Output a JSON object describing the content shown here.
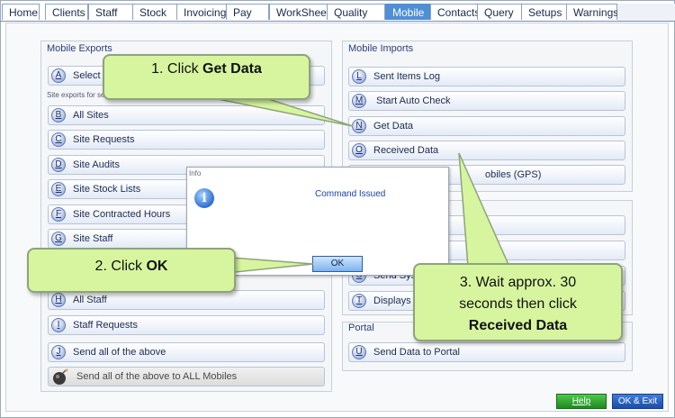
{
  "tabs": [
    "Home",
    "Clients",
    "Staff",
    "Stock",
    "Invoicing",
    "Pay",
    "WorkSheet",
    "Quality Ctrl",
    "Mobile",
    "Contacts",
    "Query",
    "Setups",
    "Warnings"
  ],
  "active_tab": "Mobile",
  "mobile_exports": {
    "title": "Mobile Exports",
    "select": {
      "key": "A",
      "label": "Select"
    },
    "site_exports_note": "Site exports for se",
    "items": [
      {
        "key": "B",
        "label": "All Sites"
      },
      {
        "key": "C",
        "label": "Site Requests"
      },
      {
        "key": "D",
        "label": "Site Audits"
      },
      {
        "key": "E",
        "label": "Site Stock Lists"
      },
      {
        "key": "F",
        "label": "Site Contracted Hours"
      },
      {
        "key": "G",
        "label": "Site Staff"
      }
    ],
    "staff_items": [
      {
        "key": "H",
        "label": "All Staff"
      },
      {
        "key": "I",
        "label": "Staff Requests"
      }
    ],
    "send_all": {
      "key": "J",
      "label": "Send all of the above"
    },
    "send_all_mobiles": {
      "label": "Send all of the above to ALL Mobiles"
    }
  },
  "mobile_imports": {
    "title": "Mobile Imports",
    "items": [
      {
        "key": "L",
        "label": "Sent Items Log"
      },
      {
        "key": "M",
        "label": "Start Auto Check"
      },
      {
        "key": "N",
        "label": "Get Data"
      },
      {
        "key": "O",
        "label": "Received Data"
      },
      {
        "key": "",
        "label": "obiles (GPS)"
      }
    ],
    "more_items": [
      {
        "key": "S",
        "label": "Send Syst"
      },
      {
        "key": "T",
        "label": "Displays C"
      }
    ]
  },
  "portal": {
    "title": "Portal",
    "send": {
      "key": "U",
      "label": "Send Data to Portal"
    }
  },
  "dialog": {
    "title": "Info",
    "message": "Command Issued",
    "ok": "OK"
  },
  "callouts": {
    "c1_prefix": "1. Click ",
    "c1_bold": "Get Data",
    "c2_prefix": "2. Click ",
    "c2_bold": "OK",
    "c3_line1": "3. Wait approx. 30",
    "c3_line2": "seconds then click",
    "c3_bold": "Received Data"
  },
  "footer": {
    "help": "Help",
    "ok_exit": "OK & Exit"
  }
}
